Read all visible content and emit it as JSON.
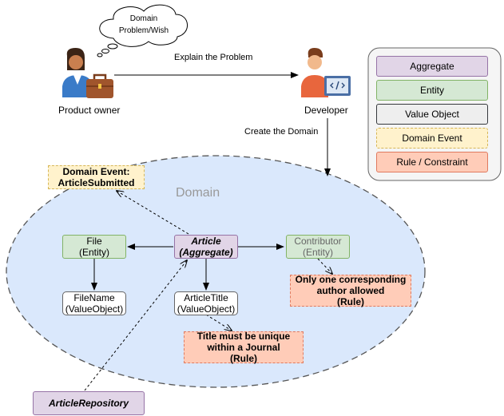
{
  "thought": [
    "Domain",
    "Problem/Wish"
  ],
  "actors": {
    "product_owner": "Product owner",
    "developer": "Developer"
  },
  "edges": {
    "explain": "Explain the Problem",
    "create": "Create the Domain"
  },
  "domain_title": "Domain",
  "legend": [
    {
      "label": "Aggregate",
      "fill": "#e1d5e7",
      "stroke": "#9673a6",
      "dashed": false
    },
    {
      "label": "Entity",
      "fill": "#d5e8d4",
      "stroke": "#82b366",
      "dashed": false
    },
    {
      "label": "Value Object",
      "fill": "#eeeeee",
      "stroke": "#36393d",
      "dashed": false
    },
    {
      "label": "Domain Event",
      "fill": "#fff2cc",
      "stroke": "#d6b656",
      "dashed": true
    },
    {
      "label": "Rule / Constraint",
      "fill": "#ffccb8",
      "stroke": "#e07a5f",
      "dashed": false
    }
  ],
  "nodes": {
    "event": [
      "Domain Event:",
      "ArticleSubmitted"
    ],
    "file": [
      "File",
      "(Entity)"
    ],
    "article": [
      "Article",
      "(Aggregate)"
    ],
    "contributor": [
      "Contributor",
      "(Entity)"
    ],
    "filename": [
      "FileName",
      "(ValueObject)"
    ],
    "articletitle": [
      "ArticleTitle",
      "(ValueObject)"
    ],
    "rule_author": [
      "Only one corresponding",
      "author allowed",
      "(Rule)"
    ],
    "rule_title": [
      "Title must be unique",
      "within a Journal",
      "(Rule)"
    ],
    "repository": "ArticleRepository"
  },
  "colors": {
    "domain_fill": "#dae8fc",
    "domain_text": "#999999",
    "aggregate_fill": "#e1d5e7",
    "aggregate_stroke": "#9673a6",
    "entity_fill": "#d5e8d4",
    "entity_stroke": "#82b366",
    "contributor_text": "#666666",
    "vo_fill": "#ffffff",
    "event_fill": "#fff2cc",
    "event_stroke": "#d6b656",
    "rule_fill": "#ffccb8",
    "rule_stroke": "#e07a5f"
  }
}
